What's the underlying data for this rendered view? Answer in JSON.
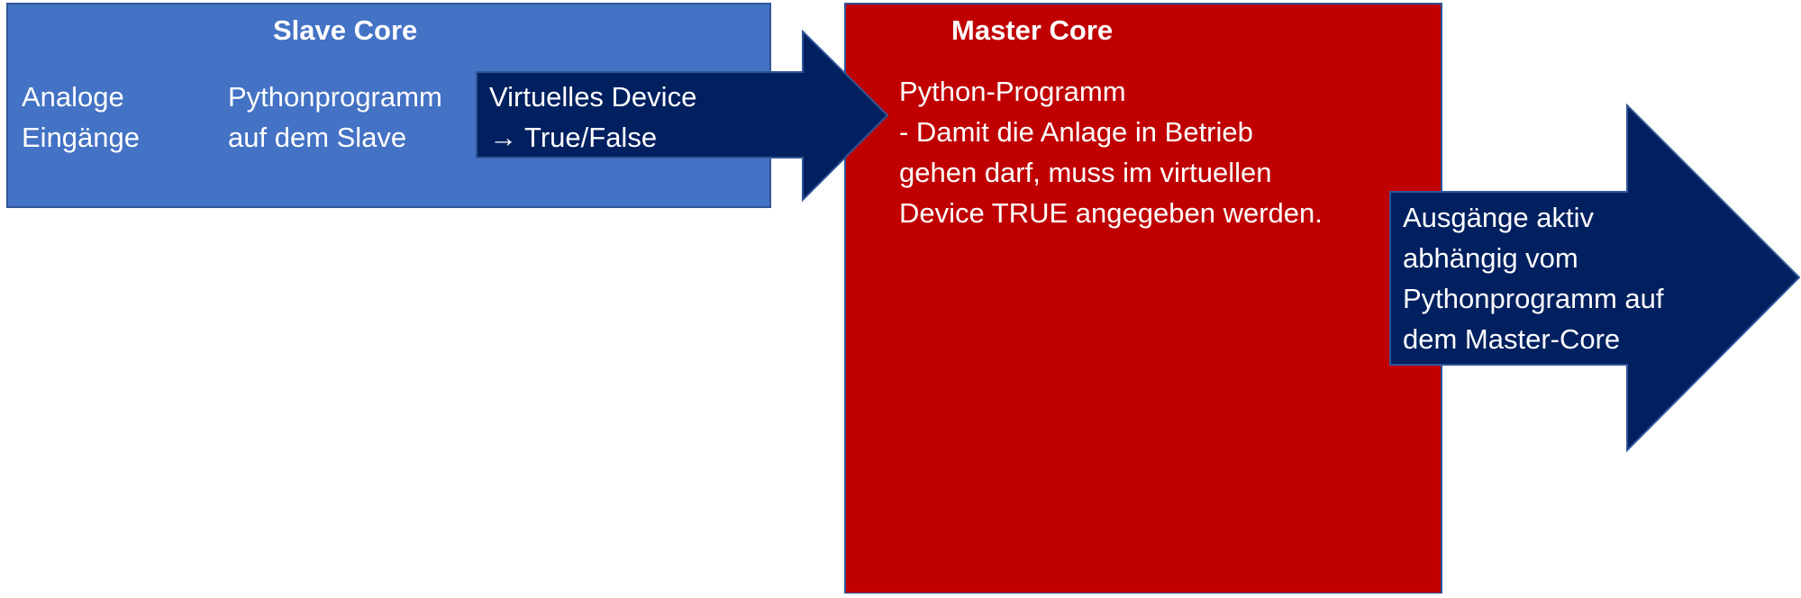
{
  "colors": {
    "slave_box": "#4472C4",
    "slave_border": "#2F5597",
    "master_box": "#C00000",
    "master_border": "#2F5597",
    "arrow": "#002060",
    "arrow_border": "#2F5597",
    "text": "#FFFFFF"
  },
  "slave_core": {
    "title": "Slave Core",
    "inputs": [
      "Analoge",
      "Eingänge"
    ],
    "program": [
      "Pythonprogramm",
      "auf dem Slave"
    ]
  },
  "virtual_device_arrow": {
    "lines": [
      "Virtuelles Device",
      "→ True/False"
    ]
  },
  "master_core": {
    "title": "Master Core",
    "lines": [
      "Python-Programm",
      "- Damit die Anlage in Betrieb",
      "gehen darf, muss im virtuellen",
      "Device TRUE angegeben werden."
    ]
  },
  "output_arrow": {
    "lines": [
      "Ausgänge aktiv",
      "abhängig vom",
      "Pythonprogramm auf",
      "dem Master-Core"
    ]
  }
}
